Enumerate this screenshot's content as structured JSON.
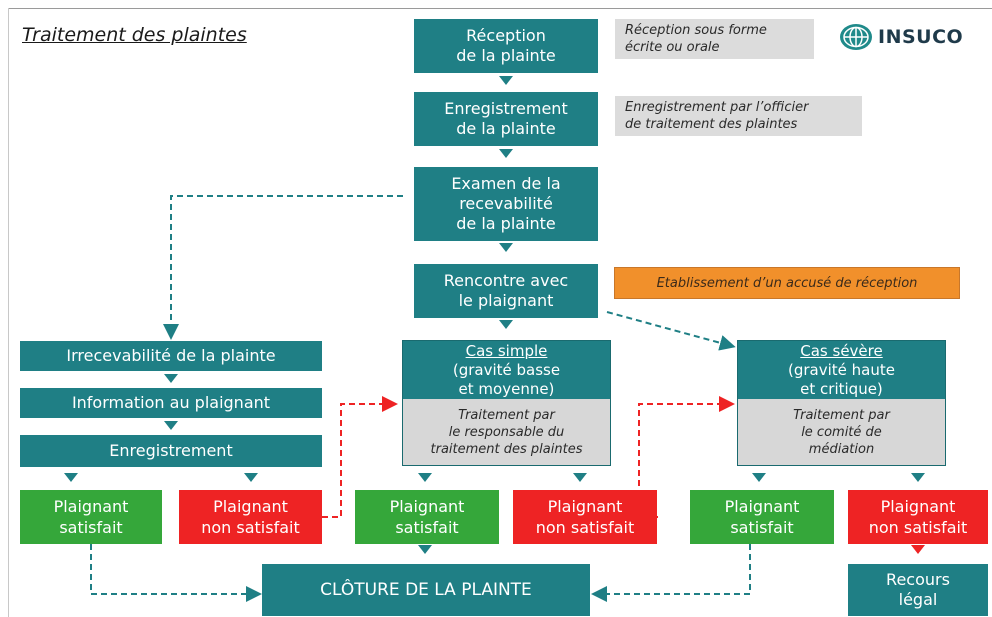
{
  "title": "Traitement des plaintes",
  "logo": {
    "text": "INSUCO"
  },
  "colors": {
    "teal": "#1f7f85",
    "green": "#35a73a",
    "red": "#ee2324",
    "orange": "#f1902b",
    "grey": "#dcdcdc"
  },
  "steps": {
    "reception": "Réception\nde la plainte",
    "enregistrement_plainte": "Enregistrement\nde la plainte",
    "examen": "Examen de la\nrecevabilité\nde la plainte",
    "rencontre": "Rencontre avec\nle plaignant"
  },
  "notes": {
    "reception": "Réception sous forme\nécrite ou orale",
    "enregistrement": "Enregistrement par l’officier\nde traitement des plaintes",
    "accuse": "Etablissement d’un accusé de réception"
  },
  "irrecevable_branch": {
    "irrecevabilite": "Irrecevabilité de la plainte",
    "information": "Information au plaignant",
    "enregistrement": "Enregistrement"
  },
  "cas_simple": {
    "title": "Cas simple",
    "subtitle": "(gravité basse\net moyenne)",
    "treatment": "Traitement  par\nle responsable du\ntraitement des plaintes"
  },
  "cas_severe": {
    "title": "Cas sévère",
    "subtitle": "(gravité haute\net critique)",
    "treatment": "Traitement par\nle comité de\nmédiation"
  },
  "outcomes": {
    "satisfait": "Plaignant\nsatisfait",
    "non_satisfait": "Plaignant\nnon satisfait"
  },
  "cloture": "CLÔTURE DE LA PLAINTE",
  "recours": "Recours\nlégal"
}
